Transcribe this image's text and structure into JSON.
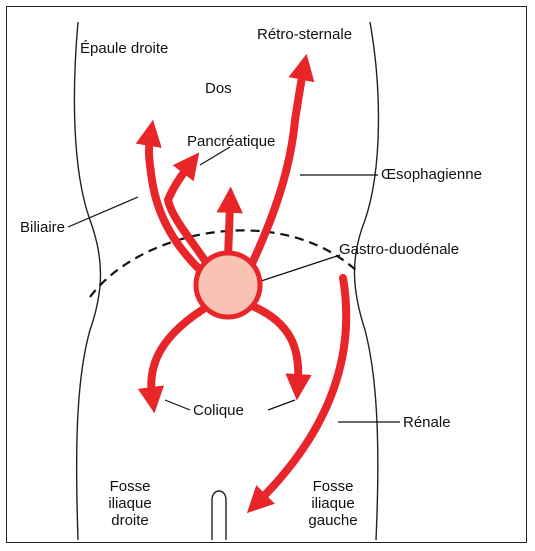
{
  "labels": {
    "epaule_droite": "Épaule droite",
    "retro_sternale": "Rétro-sternale",
    "dos": "Dos",
    "pancreatique": "Pancréatique",
    "oesophagienne": "Œsophagienne",
    "biliaire": "Biliaire",
    "gastro_duodenale": "Gastro-duodénale",
    "colique": "Colique",
    "renale": "Rénale",
    "fosse_droite": [
      "Fosse",
      "iliaque",
      "droite"
    ],
    "fosse_gauche": [
      "Fosse",
      "iliaque",
      "gauche"
    ]
  },
  "colors": {
    "arrow": "#e8262a",
    "center_fill": "#f9c3b3",
    "center_stroke": "#e8262a",
    "outline": "#222222"
  }
}
